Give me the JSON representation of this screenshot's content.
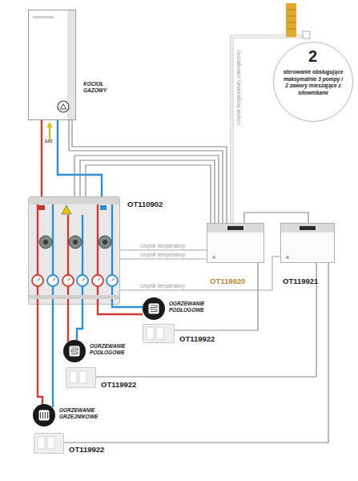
{
  "diagram": {
    "nodes": [
      {
        "text": [
          "KOCIOŁ GAZOWY"
        ]
      },
      {
        "text": [
          "2",
          "sterowanie obsługujące maksymalnie 3 pompy i 2 zawory mieszające z siłownikami"
        ]
      },
      {
        "text": [
          "OT110902"
        ]
      },
      {
        "text": [
          "OT119920"
        ]
      },
      {
        "text": [
          "OT119921"
        ]
      },
      {
        "text": [
          "OGRZEWANIE PODŁOGOWE"
        ]
      },
      {
        "text": [
          "OT119922"
        ]
      },
      {
        "text": [
          "OGRZEWANIE PODŁOGOWE"
        ]
      },
      {
        "text": [
          "OT119922"
        ]
      },
      {
        "text": [
          "OGRZEWANIE GRZEJNIKOWE"
        ]
      },
      {
        "text": [
          "OT119922"
        ]
      }
    ],
    "edges": [
      {
        "from": 0,
        "to": 2,
        "arrow": "none"
      },
      {
        "from": 0,
        "to": 2,
        "arrow": "none"
      },
      {
        "from": 0,
        "to": 3,
        "arrow": "none"
      },
      {
        "from": 2,
        "to": 3,
        "arrow": "none"
      },
      {
        "from": 2,
        "to": 3,
        "label": "czujnik temperatury",
        "arrow": "none"
      },
      {
        "from": 2,
        "to": 3,
        "label": "czujnik temperatury",
        "arrow": "none"
      },
      {
        "from": 2,
        "to": 4,
        "label": "czujnik temperatury",
        "arrow": "none"
      },
      {
        "from": 3,
        "to": 4,
        "arrow": "none"
      },
      {
        "from": 2,
        "to": 5,
        "arrow": "none"
      },
      {
        "from": 2,
        "to": 7,
        "arrow": "none"
      },
      {
        "from": 2,
        "to": 9,
        "arrow": "none"
      },
      {
        "from": 6,
        "to": 3,
        "arrow": "none"
      },
      {
        "from": 8,
        "to": 4,
        "arrow": "none"
      },
      {
        "from": 10,
        "to": 4,
        "arrow": "none"
      }
    ],
    "labels": [
      "GAZ",
      "czujnik temperatury zewnętrznej"
    ]
  }
}
